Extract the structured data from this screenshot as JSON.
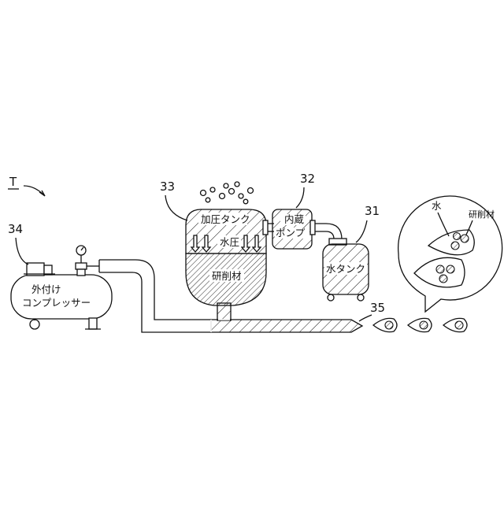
{
  "figure_label": "T",
  "refs": {
    "compressor": "34",
    "pressure_tank": "33",
    "pump": "32",
    "water_tank": "31",
    "nozzle": "35"
  },
  "labels": {
    "compressor_line1": "外付け",
    "compressor_line2": "コンプレッサー",
    "tank_top": "加圧タンク",
    "water_pressure": "水圧",
    "abrasive": "研削材",
    "pump_line1": "内蔵",
    "pump_line2": "ポンプ",
    "water_tank": "水タンク",
    "callout_water": "水",
    "callout_abrasive": "研削材"
  }
}
